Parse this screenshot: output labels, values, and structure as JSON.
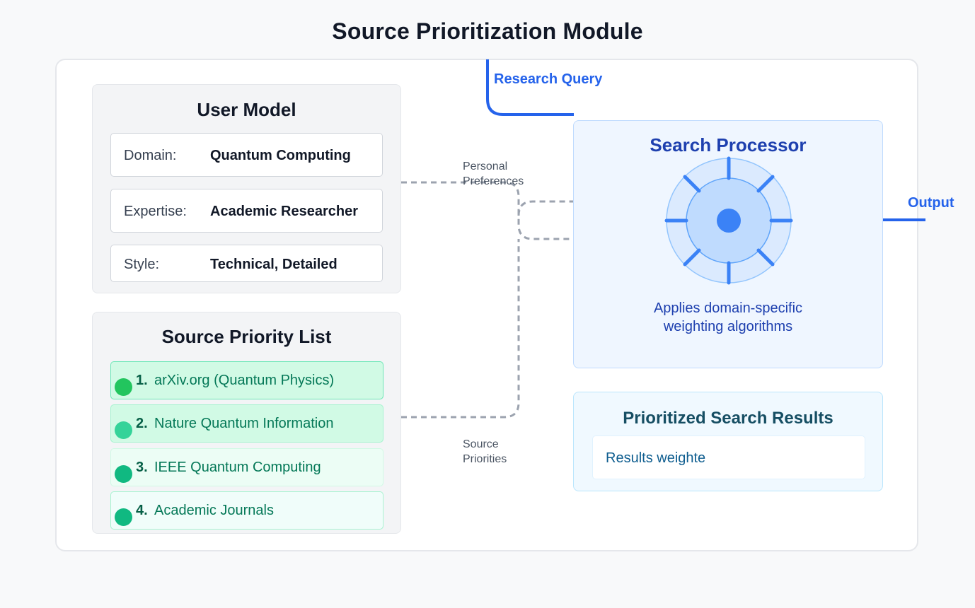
{
  "title": "Source Prioritization Module",
  "user_model": {
    "title": "User Model",
    "fields": [
      {
        "label": "Domain:",
        "value": "Quantum Computing"
      },
      {
        "label": "Expertise:",
        "value": "Academic Researcher"
      },
      {
        "label": "Style:",
        "value": "Technical, Detailed"
      }
    ]
  },
  "source_priority": {
    "title": "Source Priority List",
    "items": [
      {
        "rank": "1.",
        "name": "arXiv.org (Quantum Physics)",
        "bg": "#d1fae5",
        "border": "#6ee7b7",
        "dot": "#22c55e"
      },
      {
        "rank": "2.",
        "name": "Nature Quantum Information",
        "bg": "#d1fae5",
        "border": "#a7f3d0",
        "dot": "#34d399"
      },
      {
        "rank": "3.",
        "name": "IEEE Quantum Computing",
        "bg": "#ecfdf5",
        "border": "#d1fae5",
        "dot": "#10b981"
      },
      {
        "rank": "4.",
        "name": "Academic Journals",
        "bg": "#f0fdfa",
        "border": "#a7f3d0",
        "dot": "#10b981"
      }
    ]
  },
  "connectors": {
    "personal_preferences": [
      "Personal",
      "Preferences"
    ],
    "source_priorities": [
      "Source",
      "Priorities"
    ],
    "research_query": "Research Query",
    "output": "Output"
  },
  "search_processor": {
    "title": "Search Processor",
    "description": [
      "Applies domain-specific",
      "weighting algorithms"
    ]
  },
  "results": {
    "title": "Prioritized Search Results",
    "text": "Results weighte"
  },
  "colors": {
    "accent": "#2563eb",
    "connector": "#9ca3af",
    "gear_outer": "#dbeafe",
    "gear_inner": "#bfdbfe",
    "gear_spoke": "#3b82f6"
  }
}
